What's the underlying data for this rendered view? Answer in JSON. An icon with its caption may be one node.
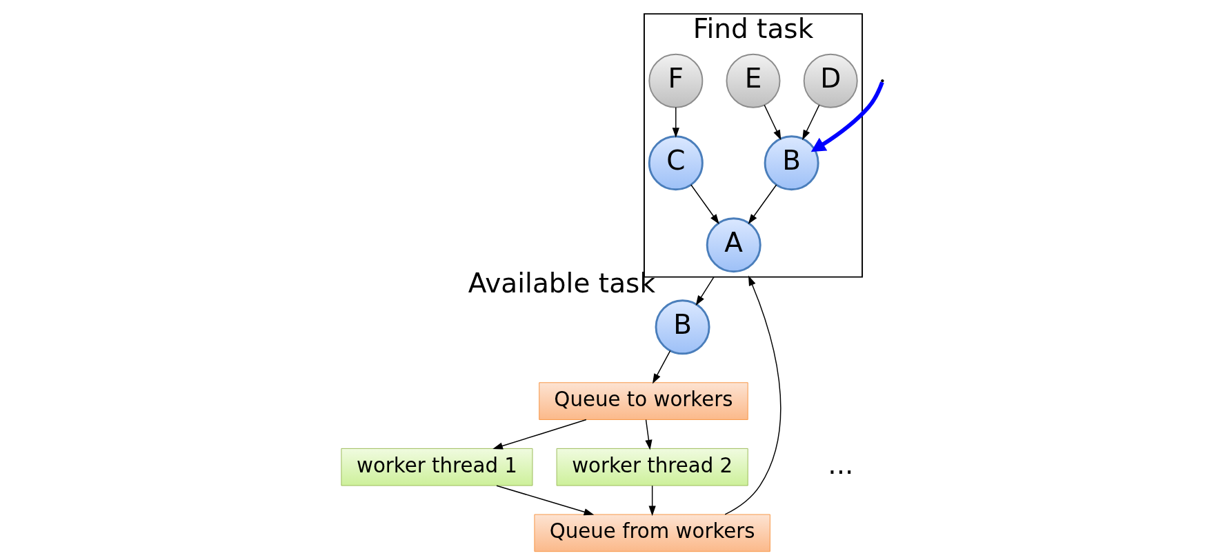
{
  "diagram": {
    "nodes": [
      {
        "text": [
          "Find task"
        ]
      },
      {
        "text": [
          "D"
        ],
        "in": 0
      },
      {
        "text": [
          "E"
        ],
        "in": 0
      },
      {
        "text": [
          "F"
        ],
        "in": 0
      },
      {
        "text": [
          "B"
        ],
        "in": 0
      },
      {
        "text": [
          "C"
        ],
        "in": 0
      },
      {
        "text": [
          "A"
        ],
        "in": 0
      },
      {
        "text": [
          "B"
        ],
        "beside": [
          "Available task"
        ]
      },
      {
        "text": [
          "Queue to workers"
        ]
      },
      {
        "text": [
          "worker thread 1"
        ]
      },
      {
        "text": [
          "worker thread 2"
        ]
      },
      {
        "text": [
          "Queue from workers"
        ]
      }
    ],
    "edges": [
      {
        "from": 1,
        "to": 4,
        "arrow": "to"
      },
      {
        "from": 2,
        "to": 4,
        "arrow": "to"
      },
      {
        "from": 3,
        "to": 5,
        "arrow": "to"
      },
      {
        "from": 4,
        "to": 6,
        "arrow": "to"
      },
      {
        "from": 5,
        "to": 6,
        "arrow": "to"
      },
      {
        "from": null,
        "to": 4,
        "arrow": "to",
        "style": "thick",
        "color": "#0000ff"
      },
      {
        "from": 0,
        "to": 7,
        "arrow": "to"
      },
      {
        "from": 7,
        "to": 8,
        "arrow": "to"
      },
      {
        "from": 8,
        "to": 9,
        "arrow": "to"
      },
      {
        "from": 8,
        "to": 10,
        "arrow": "to"
      },
      {
        "from": 9,
        "to": 11,
        "arrow": "to"
      },
      {
        "from": 10,
        "to": 11,
        "arrow": "to"
      },
      {
        "from": 11,
        "to": 0,
        "arrow": "to"
      }
    ],
    "labels": [
      "..."
    ]
  }
}
